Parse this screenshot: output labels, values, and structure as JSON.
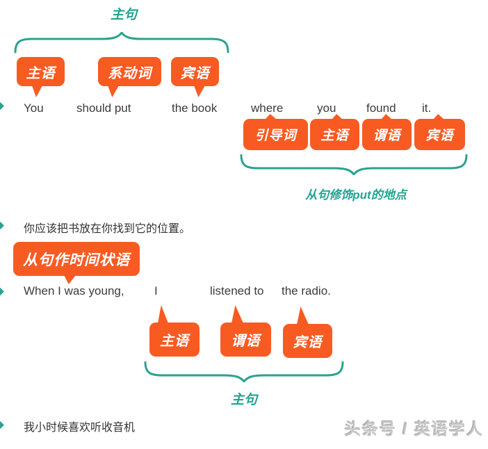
{
  "colors": {
    "bubble_orange": "#f75b22",
    "teal": "#21a492",
    "text_dark": "#3b3b3b",
    "watermark_gray": "#c6c6c6"
  },
  "top_main_clause": {
    "brace_label": "主句",
    "bubbles": [
      "主语",
      "系动词",
      "宾语"
    ]
  },
  "sentence1": {
    "words": [
      "You",
      "should put",
      "the book",
      "where",
      "you",
      "found",
      "it."
    ],
    "translation": "你应该把书放在你找到它的位置。"
  },
  "clause_group": {
    "bubbles": [
      "引导词",
      "主语",
      "谓语",
      "宾语"
    ],
    "brace_label": "从句修饰put的地点"
  },
  "adverbial_bubble_label": "从句作时间状语",
  "sentence2": {
    "words": [
      "When I was young,",
      "I",
      "listened to",
      "the radio."
    ],
    "translation": "我小时候喜欢听收音机"
  },
  "bottom_main_clause": {
    "bubbles": [
      "主语",
      "谓语",
      "宾语"
    ],
    "brace_label": "主句"
  },
  "watermark": "头条号 / 英语学人"
}
